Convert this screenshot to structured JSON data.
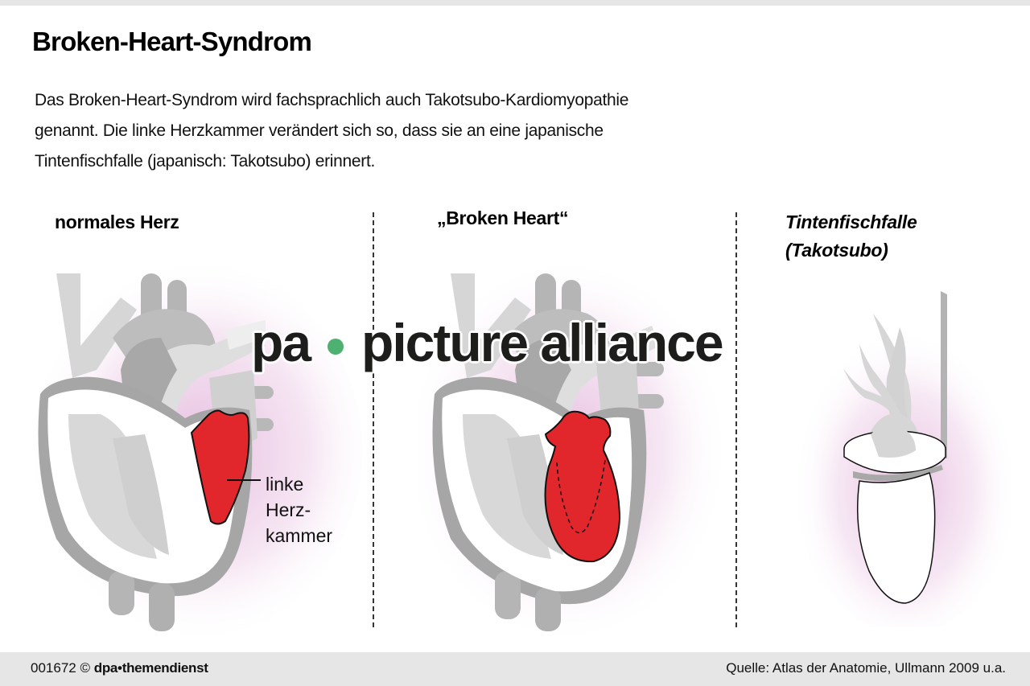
{
  "header": {
    "title": "Broken-Heart-Syndrom",
    "intro_lines": [
      "Das Broken-Heart-Syndrom wird fachsprachlich auch Takotsubo-Kardiomyopathie",
      "genannt. Die linke Herzkammer verändert sich so, dass sie an eine japanische",
      "Tintenfischfalle (japanisch: Takotsubo) erinnert."
    ]
  },
  "columns": [
    {
      "heading": "normales Herz",
      "illustration": "normal-heart"
    },
    {
      "heading": "„Broken Heart“",
      "illustration": "broken-heart"
    },
    {
      "heading_lines": [
        "Tintenfischfalle",
        "(Takotsubo)"
      ],
      "illustration": "octopus-trap"
    }
  ],
  "annotation": {
    "lines": [
      "linke",
      "Herz-",
      "kammer"
    ]
  },
  "watermark": {
    "left": "pa",
    "right": "picture alliance",
    "dot_color": "#4fb171"
  },
  "colors": {
    "ventricle_red": "#e1272b",
    "heart_gray_light": "#d9d9d9",
    "heart_gray_mid": "#bdbdbd",
    "heart_gray_dark": "#a3a3a3",
    "glow_pink": "#e9c6e3",
    "footer_bg": "#e6e6e6"
  },
  "footer": {
    "id": "001672",
    "copyright": "©",
    "brand": "dpa•themendienst",
    "source": "Quelle: Atlas der Anatomie, Ullmann 2009 u.a."
  }
}
